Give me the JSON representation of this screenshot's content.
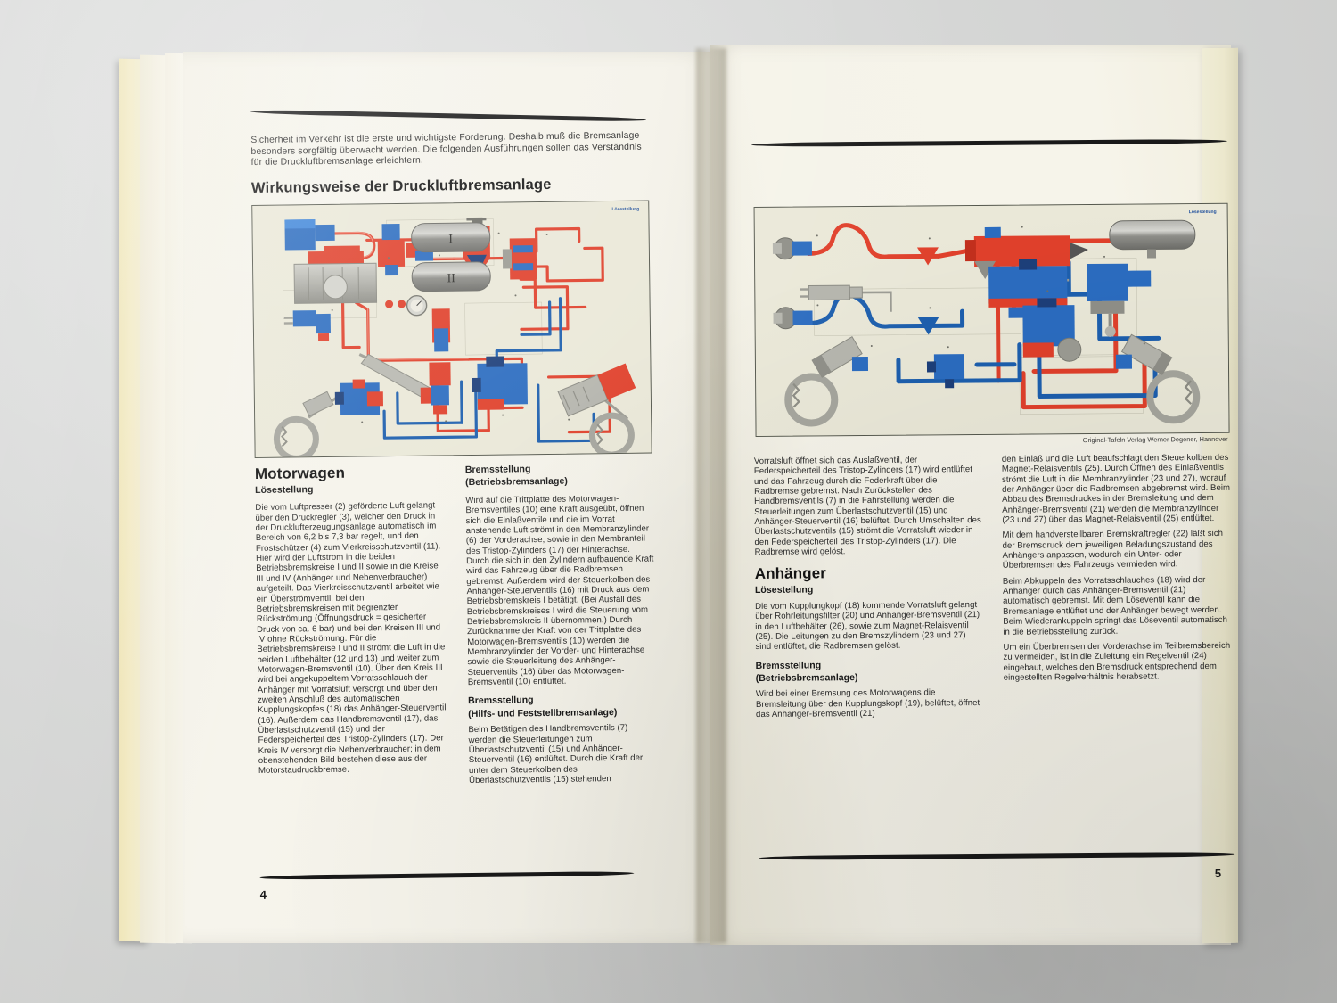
{
  "photo": {
    "subject": "open-book-spread",
    "background_color": "#d5d6d5",
    "paper_color": "#f5f3e9",
    "edge_color": "#efe9c6"
  },
  "left_page": {
    "page_number": "4",
    "intro": "Sicherheit im Verkehr ist die erste und wichtigste Forderung. Deshalb muß die Bremsanlage besonders sorgfältig überwacht werden. Die folgenden Ausführungen sollen das Verständnis für die Druckluftbremsanlage erleichtern.",
    "heading": "Wirkungsweise der Druckluftbremsanlage",
    "figure": {
      "name": "motorwagen-druckluftbremsanlage-schema",
      "state_label": "Lösestellung",
      "state_label_color": "#1f4f9c",
      "tank_labels": [
        "I",
        "II"
      ],
      "line_colors": {
        "pressure": "#e2402c",
        "release": "#1d5fae",
        "metal": "#9a9a92"
      }
    },
    "columns": [
      {
        "section_title": "Motorwagen",
        "subtitle": "Lösestellung",
        "paragraphs": [
          "Die vom Luftpresser (2) geförderte Luft gelangt über den Druckregler (3), welcher den Druck in der Drucklufterzeugungsanlage automatisch im Bereich von 6,2 bis 7,3 bar regelt, und den Frostschützer (4) zum Vierkreisschutzventil (11). Hier wird der Luftstrom in die beiden Betriebsbremskreise I und II sowie in die Kreise III und IV (Anhänger und Nebenverbraucher) aufgeteilt. Das Vierkreisschutzventil arbeitet wie ein Überströmventil; bei den Betriebsbremskreisen mit begrenzter Rückströmung (Öffnungsdruck = gesicherter Druck von ca. 6 bar) und bei den Kreisen III und IV ohne Rückströmung. Für die Betriebsbremskreise I und II strömt die Luft in die beiden Luftbehälter (12 und 13) und weiter zum Motorwagen-Bremsventil (10). Über den Kreis III wird bei angekuppeltem Vorratsschlauch der Anhänger mit Vorratsluft versorgt und über den zweiten Anschluß des automatischen Kupplungskopfes (18) das Anhänger-Steuerventil (16). Außerdem das Handbremsventil (17), das Überlastschutzventil (15) und der Federspeicherteil des Tristop-Zylinders (17). Der Kreis IV versorgt die Nebenverbraucher; in dem obenstehenden Bild bestehen diese aus der Motorstaudruckbremse."
        ]
      },
      {
        "section_title": "",
        "subtitle_lines": [
          "Bremsstellung",
          "(Betriebsbremsanlage)"
        ],
        "paragraphs": [
          "Wird auf die Trittplatte des Motorwagen-Bremsventiles (10) eine Kraft ausgeübt, öffnen sich die Einlaßventile und die im Vorrat anstehende Luft strömt in den Membranzylinder (6) der Vorderachse, sowie in den Membranteil des Tristop-Zylinders (17) der Hinterachse. Durch die sich in den Zylindern aufbauende Kraft wird das Fahrzeug über die Radbremsen gebremst. Außerdem wird der Steuerkolben des Anhänger-Steuerventils (16) mit Druck aus dem Betriebsbremskreis I betätigt. (Bei Ausfall des Betriebsbremskreises I wird die Steuerung vom Betriebsbremskreis II übernommen.) Durch Zurücknahme der Kraft von der Trittplatte des Motorwagen-Bremsventils (10) werden die Membranzylinder der Vorder- und Hinterachse sowie die Steuerleitung des Anhänger-Steuerventils (16) über das Motorwagen-Bremsventil (10) entlüftet."
        ],
        "subtitle_lines_2": [
          "Bremsstellung",
          "(Hilfs- und Feststellbremsanlage)"
        ],
        "paragraphs_2": [
          "Beim Betätigen des Handbremsventils (7) werden die Steuerleitungen zum Überlastschutzventil (15) und Anhänger-Steuerventil (16) entlüftet. Durch die Kraft der unter dem Steuerkolben des Überlastschutzventils (15) stehenden"
        ]
      }
    ]
  },
  "right_page": {
    "page_number": "5",
    "figure": {
      "name": "anhaenger-druckluftbremsanlage-schema",
      "state_label": "Lösestellung",
      "state_label_color": "#1f4f9c",
      "line_colors": {
        "pressure": "#e2402c",
        "release": "#1d5fae",
        "metal": "#9a9a92"
      }
    },
    "figure_caption": "Original-Tafeln Verlag Werner Degener, Hannover",
    "columns": [
      {
        "paragraphs": [
          "Vorratsluft öffnet sich das Auslaßventil, der Federspeicherteil des Tristop-Zylinders (17) wird entlüftet und das Fahrzeug durch die Federkraft über die Radbremse gebremst. Nach Zurückstellen des Handbremsventils (7) in die Fahrstellung werden die Steuerleitungen zum Überlastschutzventil (15) und Anhänger-Steuerventil (16) belüftet. Durch Umschalten des Überlastschutzventils (15) strömt die Vorratsluft wieder in den Federspeicherteil des Tristop-Zylinders (17). Die Radbremse wird gelöst."
        ],
        "section_title": "Anhänger",
        "subtitle": "Lösestellung",
        "paragraphs_2": [
          "Die vom Kupplungkopf (18) kommende Vorratsluft gelangt über Rohrleitungsfilter (20) und Anhänger-Bremsventil (21) in den Luftbehälter (26), sowie zum Magnet-Relaisventil (25). Die Leitungen zu den Bremszylindern (23 und 27) sind entlüftet, die Radbremsen gelöst."
        ],
        "subtitle_lines_2": [
          "Bremsstellung",
          "(Betriebsbremsanlage)"
        ],
        "paragraphs_3": [
          "Wird bei einer Bremsung des Motorwagens die Bremsleitung über den Kupplungskopf (19), belüftet, öffnet das Anhänger-Bremsventil (21)"
        ]
      },
      {
        "paragraphs": [
          "den Einlaß und die Luft beaufschlagt den Steuerkolben des Magnet-Relaisventils (25). Durch Öffnen des Einlaßventils strömt die Luft in die Membranzylinder (23 und 27), worauf der Anhänger über die Radbremsen abgebremst wird. Beim Abbau des Bremsdruckes in der Bremsleitung und dem Anhänger-Bremsventil (21) werden die Membranzylinder (23 und 27) über das Magnet-Relaisventil (25) entlüftet.",
          "Mit dem handverstellbaren Bremskraftregler (22) läßt sich der Bremsdruck dem jeweiligen Beladungszustand des Anhängers anpassen, wodurch ein Unter- oder Überbremsen des Fahrzeugs vermieden wird.",
          "Beim Abkuppeln des Vorratsschlauches (18) wird der Anhänger durch das Anhänger-Bremsventil (21) automatisch gebremst. Mit dem Löseventil kann die Bremsanlage entlüftet und der Anhänger bewegt werden. Beim Wiederankuppeln springt das Löseventil automatisch in die Betriebsstellung zurück.",
          "Um ein Überbremsen der Vorderachse im Teilbremsbereich zu vermeiden, ist in die Zuleitung ein Regelventil (24) eingebaut, welches den Bremsdruck entsprechend dem eingestellten Regelverhältnis herabsetzt."
        ]
      }
    ]
  }
}
